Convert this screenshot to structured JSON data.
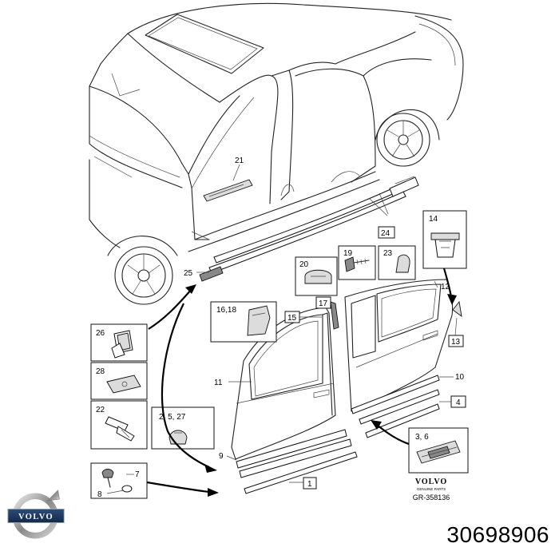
{
  "labels": {
    "l21": "21",
    "l25": "25",
    "l24": "24",
    "l14": "14",
    "l20": "20",
    "l19": "19",
    "l23": "23",
    "l12": "12",
    "l17": "17",
    "l1618": "16,18",
    "l15": "15",
    "l13": "13",
    "l26": "26",
    "l28": "28",
    "l22": "22",
    "l2527": "2, 5, 27",
    "l11": "11",
    "l10": "10",
    "l4": "4",
    "l36": "3, 6",
    "l9": "9",
    "l1": "1",
    "l7": "7",
    "l8": "8"
  },
  "badge": {
    "brand": "VOLVO",
    "sub": "GENUINE PARTS",
    "ref": "GR-358136"
  },
  "part_number": "30698906",
  "logo_text": "VOLVO"
}
